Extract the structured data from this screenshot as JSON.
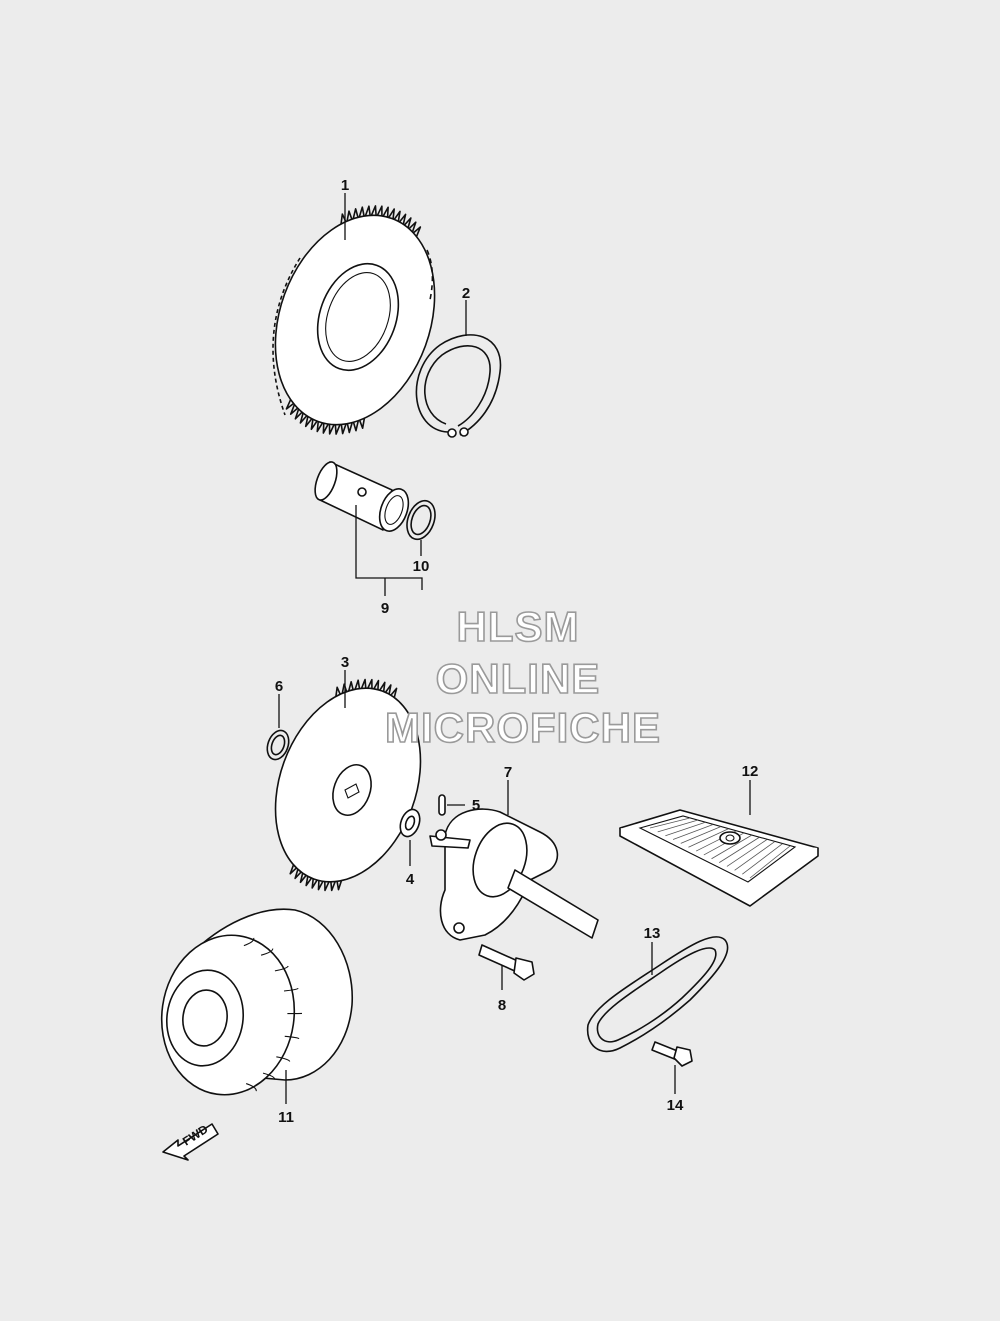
{
  "diagram": {
    "parts": [
      {
        "number": "1",
        "name": "driven gear"
      },
      {
        "number": "2",
        "name": "circlip"
      },
      {
        "number": "3",
        "name": "pump gear"
      },
      {
        "number": "4",
        "name": "washer"
      },
      {
        "number": "5",
        "name": "pin"
      },
      {
        "number": "6",
        "name": "circlip"
      },
      {
        "number": "7",
        "name": "oil pump"
      },
      {
        "number": "8",
        "name": "bolt"
      },
      {
        "number": "9",
        "name": "shaft"
      },
      {
        "number": "10",
        "name": "o-ring"
      },
      {
        "number": "11",
        "name": "oil filter"
      },
      {
        "number": "12",
        "name": "strainer"
      },
      {
        "number": "13",
        "name": "gasket"
      },
      {
        "number": "14",
        "name": "bolt"
      }
    ],
    "labels": {
      "p1": "1",
      "p2": "2",
      "p3": "3",
      "p4": "4",
      "p5": "5",
      "p6": "6",
      "p7": "7",
      "p8": "8",
      "p9": "9",
      "p10": "10",
      "p11": "11",
      "p12": "12",
      "p13": "13",
      "p14": "14"
    },
    "direction_indicator": "FWD"
  },
  "watermark": {
    "line1": "HLSM",
    "line2": "ONLINE",
    "line3": "MICROFICHE"
  },
  "colors": {
    "background": "#ececec",
    "ink": "#111111",
    "watermark_outline": "#9a9a9a"
  }
}
